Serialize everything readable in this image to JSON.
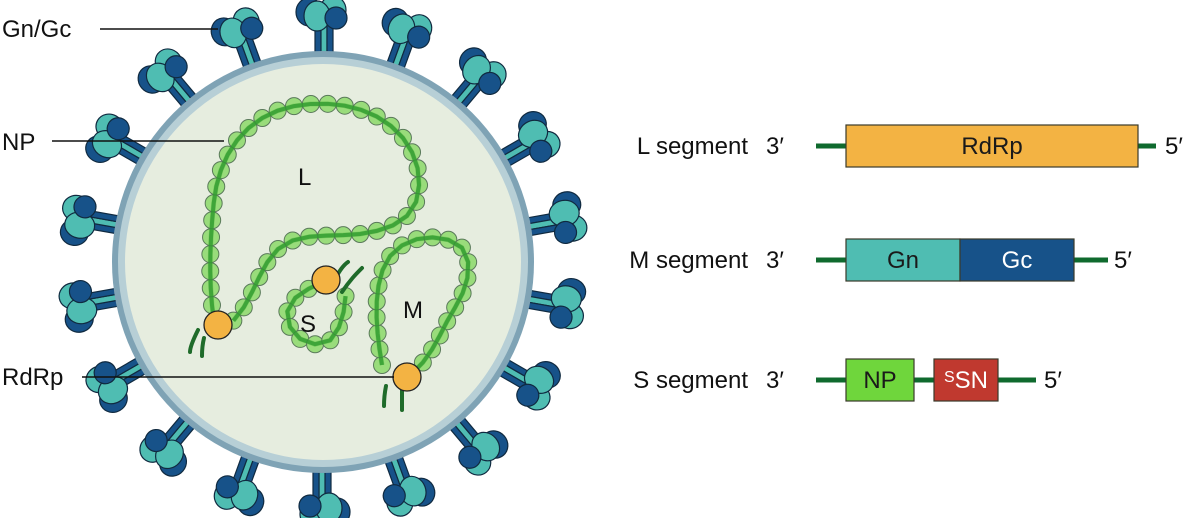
{
  "virion": {
    "labels": {
      "gn_gc": "Gn/Gc",
      "np": "NP",
      "rdrp": "RdRp"
    },
    "segment_letters": {
      "L": "L",
      "M": "M",
      "S": "S"
    },
    "colors": {
      "interior": "#e6eddf",
      "membrane_outer": "#7fa3b5",
      "membrane_inner": "#b7cfd6",
      "gn": "#4fbdb2",
      "gc": "#175289",
      "np_bead": "#8bd86a",
      "rna": "#2f9a2f",
      "rna_tail": "#1f6b2a",
      "rdrp": "#f3b343"
    }
  },
  "genome": {
    "segments": [
      {
        "name": "L segment",
        "end3": "3′",
        "end5": "5′",
        "genes": [
          {
            "label": "RdRp",
            "color": "#f3b343",
            "text_color": "#1a1a1a"
          }
        ]
      },
      {
        "name": "M segment",
        "end3": "3′",
        "end5": "5′",
        "genes": [
          {
            "label": "Gn",
            "color": "#4fbdb2",
            "text_color": "#1a1a1a"
          },
          {
            "label": "Gc",
            "color": "#175289",
            "text_color": "#ffffff"
          }
        ]
      },
      {
        "name": "S segment",
        "end3": "3′",
        "end5": "5′",
        "genes": [
          {
            "label": "NP",
            "color": "#6fd63c",
            "text_color": "#1a1a1a"
          },
          {
            "label_sup": "S",
            "label": "SN",
            "color": "#c0392f",
            "text_color": "#ffffff"
          }
        ]
      }
    ],
    "line_color": "#0f6a2e"
  }
}
